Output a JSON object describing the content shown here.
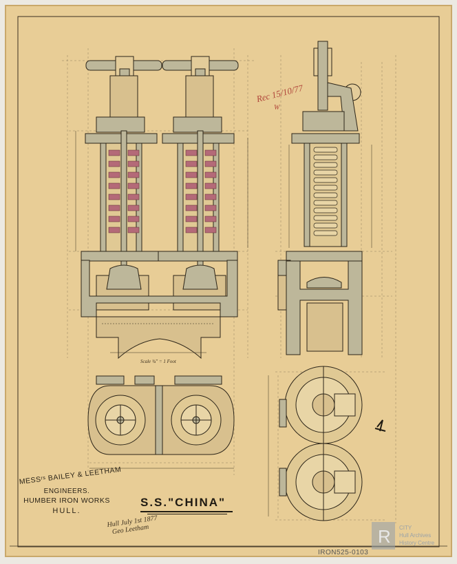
{
  "drawing": {
    "title": "S.S.\"CHINA\"",
    "maker": {
      "line1": "MESSʳˢ BAILEY & LEETHAM",
      "line2": "ENGINEERS.",
      "line3": "HUMBER IRON WORKS",
      "line4": "HULL."
    },
    "date_note": {
      "line1": "Hull July 1st 1877",
      "line2": "Geo Leetham"
    },
    "revision_note": "Rec 15/10/77",
    "revision_sub": "W",
    "scale_note": "Scale ¾\" = 1 Foot",
    "reference_number": "IRON525-0103"
  },
  "watermark": {
    "logo_letter": "R",
    "caption_line1": "CITY",
    "caption_line2": "Hull Archives",
    "caption_line3": "History Centre"
  },
  "colors": {
    "paper": "#e9cf98",
    "paper_edge": "#d9bb80",
    "ink": "#2b2418",
    "steel_wash": "#b9b59a",
    "spring_red": "#b46a78",
    "red_ink": "#b0453a"
  }
}
